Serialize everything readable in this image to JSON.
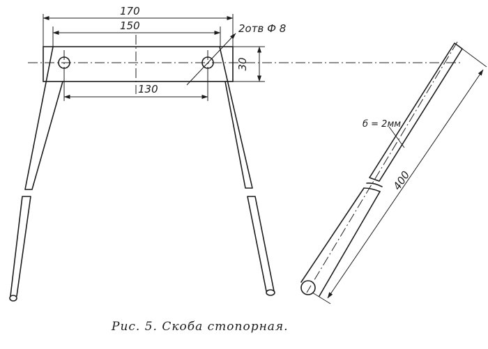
{
  "dimensions": {
    "overall_width": "170",
    "inner_width": "150",
    "holes_label": "2отв Ф 8",
    "height": "30",
    "hole_spacing": "130",
    "thickness": "б = 2мм",
    "length": "400"
  },
  "caption": "Рис. 5. Скоба стопорная."
}
